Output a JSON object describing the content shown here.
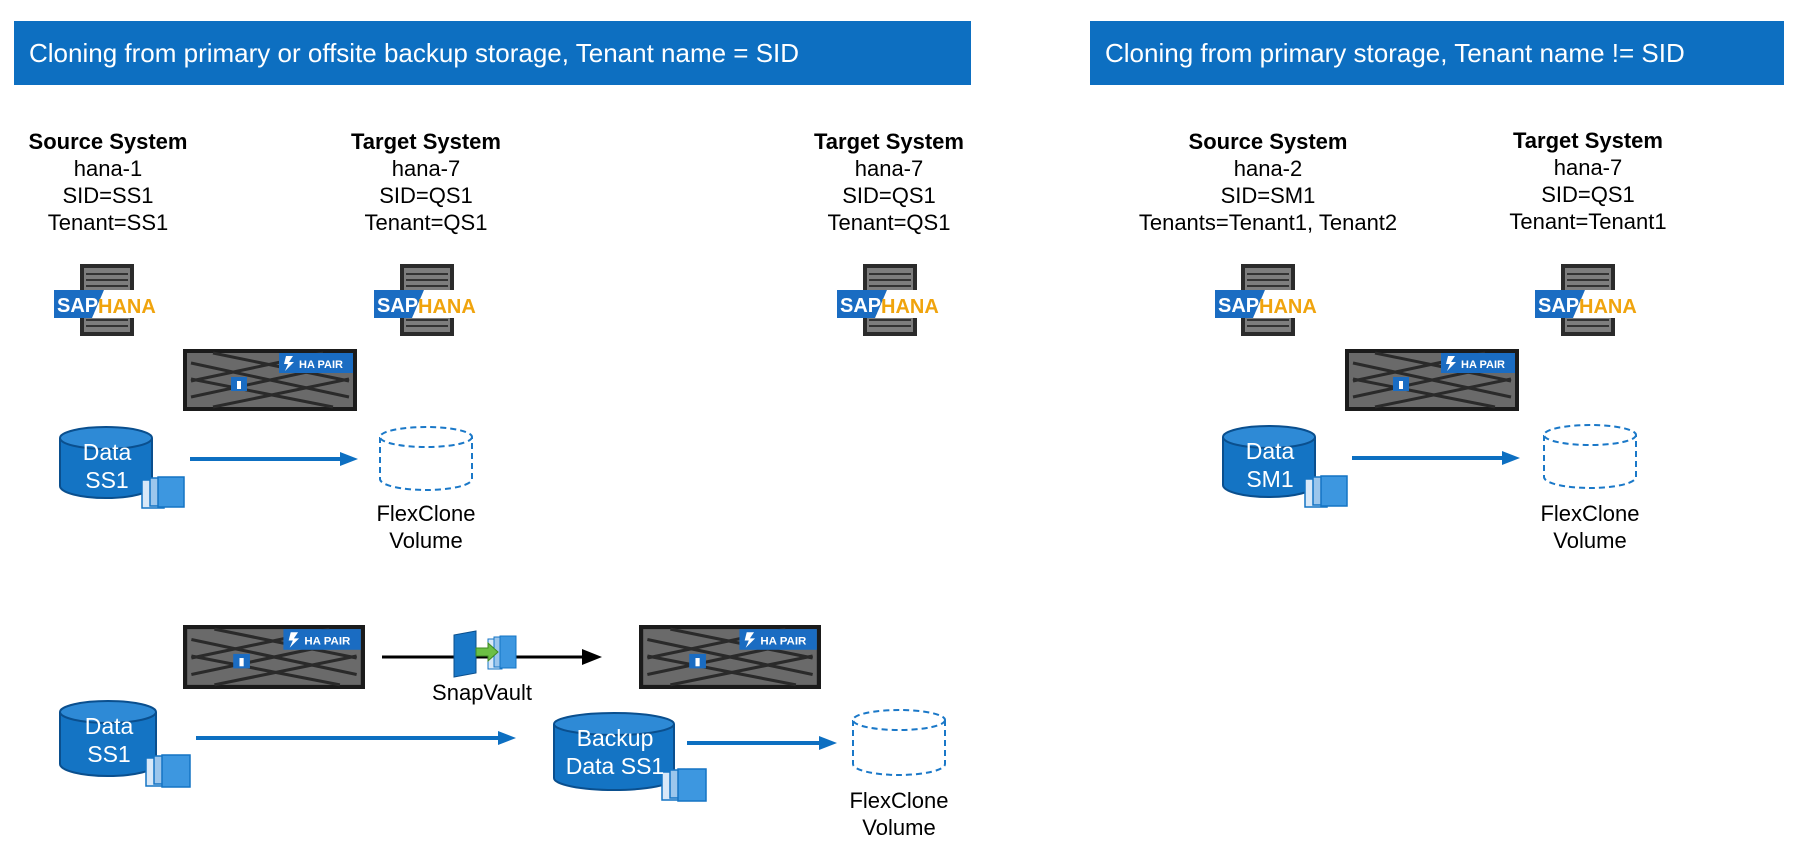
{
  "left_banner": {
    "title": "Cloning from primary or offsite backup storage, Tenant name = SID"
  },
  "right_banner": {
    "title": "Cloning from primary storage, Tenant name != SID"
  },
  "systems": [
    {
      "head": "Source System",
      "lines": [
        "hana-1",
        "SID=SS1",
        "Tenant=SS1"
      ]
    },
    {
      "head": "Target System",
      "lines": [
        "hana-7",
        "SID=QS1",
        "Tenant=QS1"
      ]
    },
    {
      "head": "Target System",
      "lines": [
        "hana-7",
        "SID=QS1",
        "Tenant=QS1"
      ]
    },
    {
      "head": "Source System",
      "lines": [
        "hana-2",
        "SID=SM1",
        "Tenants=Tenant1, Tenant2"
      ]
    },
    {
      "head": "Target System",
      "lines": [
        "hana-7",
        "SID=QS1",
        "Tenant=Tenant1"
      ]
    }
  ],
  "logo": {
    "sap": "SAP",
    "hana": "HANA"
  },
  "storage": {
    "badge": "HA PAIR"
  },
  "volumes": {
    "data_ss1": [
      "Data",
      "SS1"
    ],
    "data_sm1": [
      "Data",
      "SM1"
    ],
    "backup": [
      "Backup",
      "Data SS1"
    ],
    "flexclone": [
      "FlexClone",
      "Volume"
    ]
  },
  "snapvault_label": "SnapVault",
  "colors": {
    "banner": "#0d6fc1",
    "arrow": "#0d6fc1",
    "cylinder": "#1474c4",
    "clone_outline": "#1a78c8"
  }
}
